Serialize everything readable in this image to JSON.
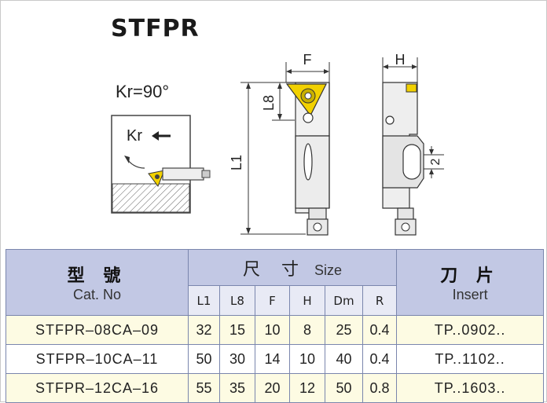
{
  "title": "STFPR",
  "drawing": {
    "kr_angle": "Kr=90°",
    "kr_label": "Kr",
    "dim_F": "F",
    "dim_H": "H",
    "dim_L8": "L8",
    "dim_L1": "L1",
    "dim_2": "2"
  },
  "table": {
    "model_cn": "型 號",
    "model_en": "Cat. No",
    "size_cn": "尺 寸",
    "size_en": "Size",
    "insert_cn": "刀 片",
    "insert_en": "Insert",
    "columns": [
      "L1",
      "L8",
      "F",
      "H",
      "Dm",
      "R"
    ],
    "rows": [
      {
        "cat_no": "STFPR–08CA–09",
        "L1": "32",
        "L8": "15",
        "F": "10",
        "H": "8",
        "Dm": "25",
        "R": "0.4",
        "insert": "TP..0902.."
      },
      {
        "cat_no": "STFPR–10CA–11",
        "L1": "50",
        "L8": "30",
        "F": "14",
        "H": "10",
        "Dm": "40",
        "R": "0.4",
        "insert": "TP..1102.."
      },
      {
        "cat_no": "STFPR–12CA–16",
        "L1": "55",
        "L8": "35",
        "F": "20",
        "H": "12",
        "Dm": "50",
        "R": "0.8",
        "insert": "TP..1603.."
      }
    ]
  }
}
